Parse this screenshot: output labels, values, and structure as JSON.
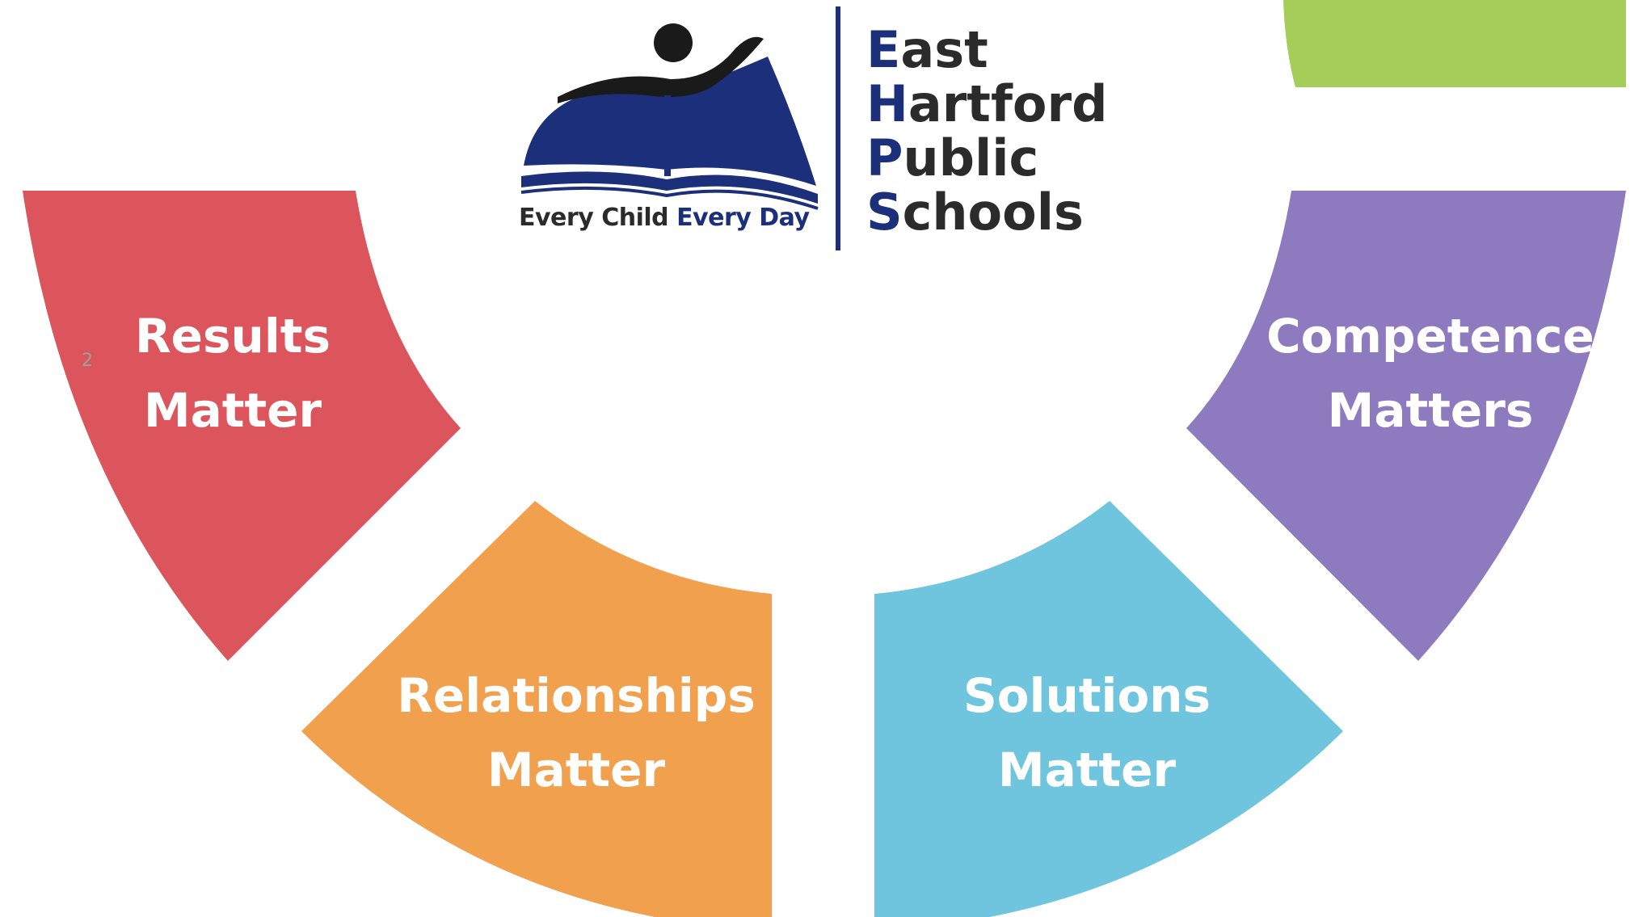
{
  "logo": {
    "name_lines": [
      {
        "first": "E",
        "rest": "ast"
      },
      {
        "first": "H",
        "rest": "artford"
      },
      {
        "first": "P",
        "rest": "ublic"
      },
      {
        "first": "S",
        "rest": "chools"
      }
    ],
    "tagline_part1": "Every Child",
    "tagline_part2": "Every Day",
    "book_color": "#1b2f7a",
    "figure_color": "#1a1a1a",
    "divider_color": "#1b2f7a"
  },
  "page_number": "2",
  "page_number_color": "#9aa0a6",
  "segments": [
    {
      "id": "results",
      "line1": "Results",
      "line2": "Matter",
      "color": "#dc545c"
    },
    {
      "id": "relationships",
      "line1": "Relationships",
      "line2": "Matter",
      "color": "#f1a04e"
    },
    {
      "id": "solutions",
      "line1": "Solutions",
      "line2": "Matter",
      "color": "#6fc4de"
    },
    {
      "id": "competence",
      "line1": "Competence",
      "line2": "Matters",
      "color": "#8e7abf"
    },
    {
      "id": "top-right",
      "line1": "",
      "line2": "",
      "color": "#a4cd5a"
    }
  ]
}
